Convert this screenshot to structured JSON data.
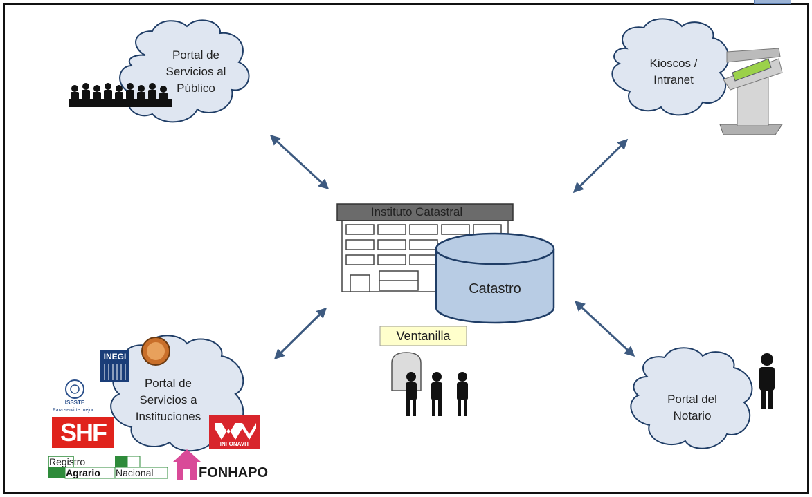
{
  "nodes": {
    "portal_publico": "Portal de Servicios al Público",
    "kioscos": "Kioscos / Intranet",
    "instituciones": "Portal de Servicios a Instituciones",
    "notario": "Portal del Notario",
    "instituto": "Instituto Catastral",
    "catastro": "Catastro",
    "ventanilla": "Ventanilla"
  },
  "logos": {
    "inegi": "INEGI",
    "issste": "ISSSTE",
    "issste_tagline": "Para servirte mejor",
    "shf": "SHF",
    "infonavit": "INFONAVIT",
    "ran_line1": "Registro",
    "ran_line2a": "Agrario",
    "ran_line2b": "Nacional",
    "fonhapo": "FONHAPO"
  },
  "colors": {
    "cloud_fill": "#dfe6f1",
    "cloud_stroke": "#1f3d66",
    "database_fill": "#b8cce4",
    "arrow": "#3d5a80",
    "header_bar": "#6b6b6b",
    "ventanilla_bg": "#ffffcc",
    "shf_red": "#e0231c",
    "infonavit_red": "#d8252c",
    "ran_green": "#2e8b3a"
  }
}
